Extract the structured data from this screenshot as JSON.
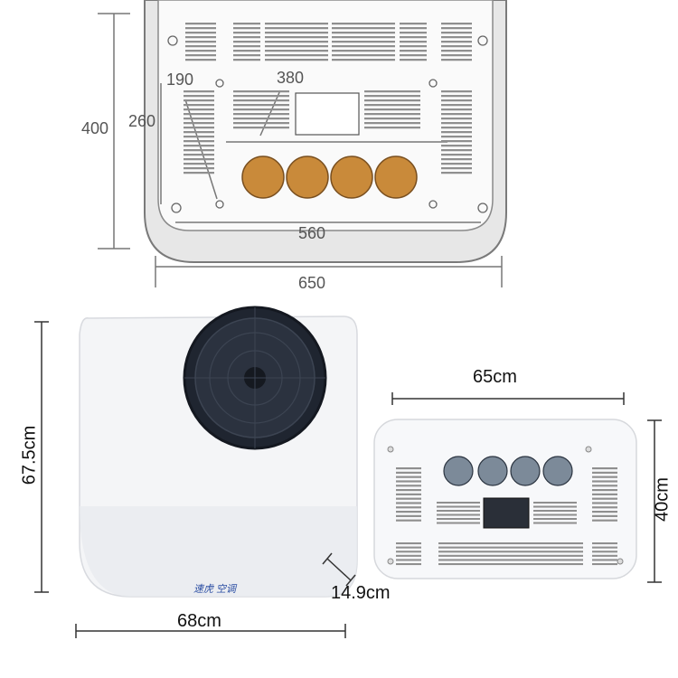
{
  "top_drawing": {
    "dim_height": "400",
    "dim_260": "260",
    "dim_190": "190",
    "dim_380": "380",
    "dim_560": "560",
    "dim_650": "650"
  },
  "left_photo": {
    "height_label": "67.5cm",
    "width_label": "68cm",
    "depth_label": "14.9cm",
    "brand_text": "速虎 空调"
  },
  "right_photo": {
    "width_label": "65cm",
    "height_label": "40cm"
  },
  "colors": {
    "vent_orange": "#c98a3a",
    "panel_white": "#ffffff",
    "outline_grey": "#8a8a8a",
    "fan_dark": "#1f2530"
  }
}
